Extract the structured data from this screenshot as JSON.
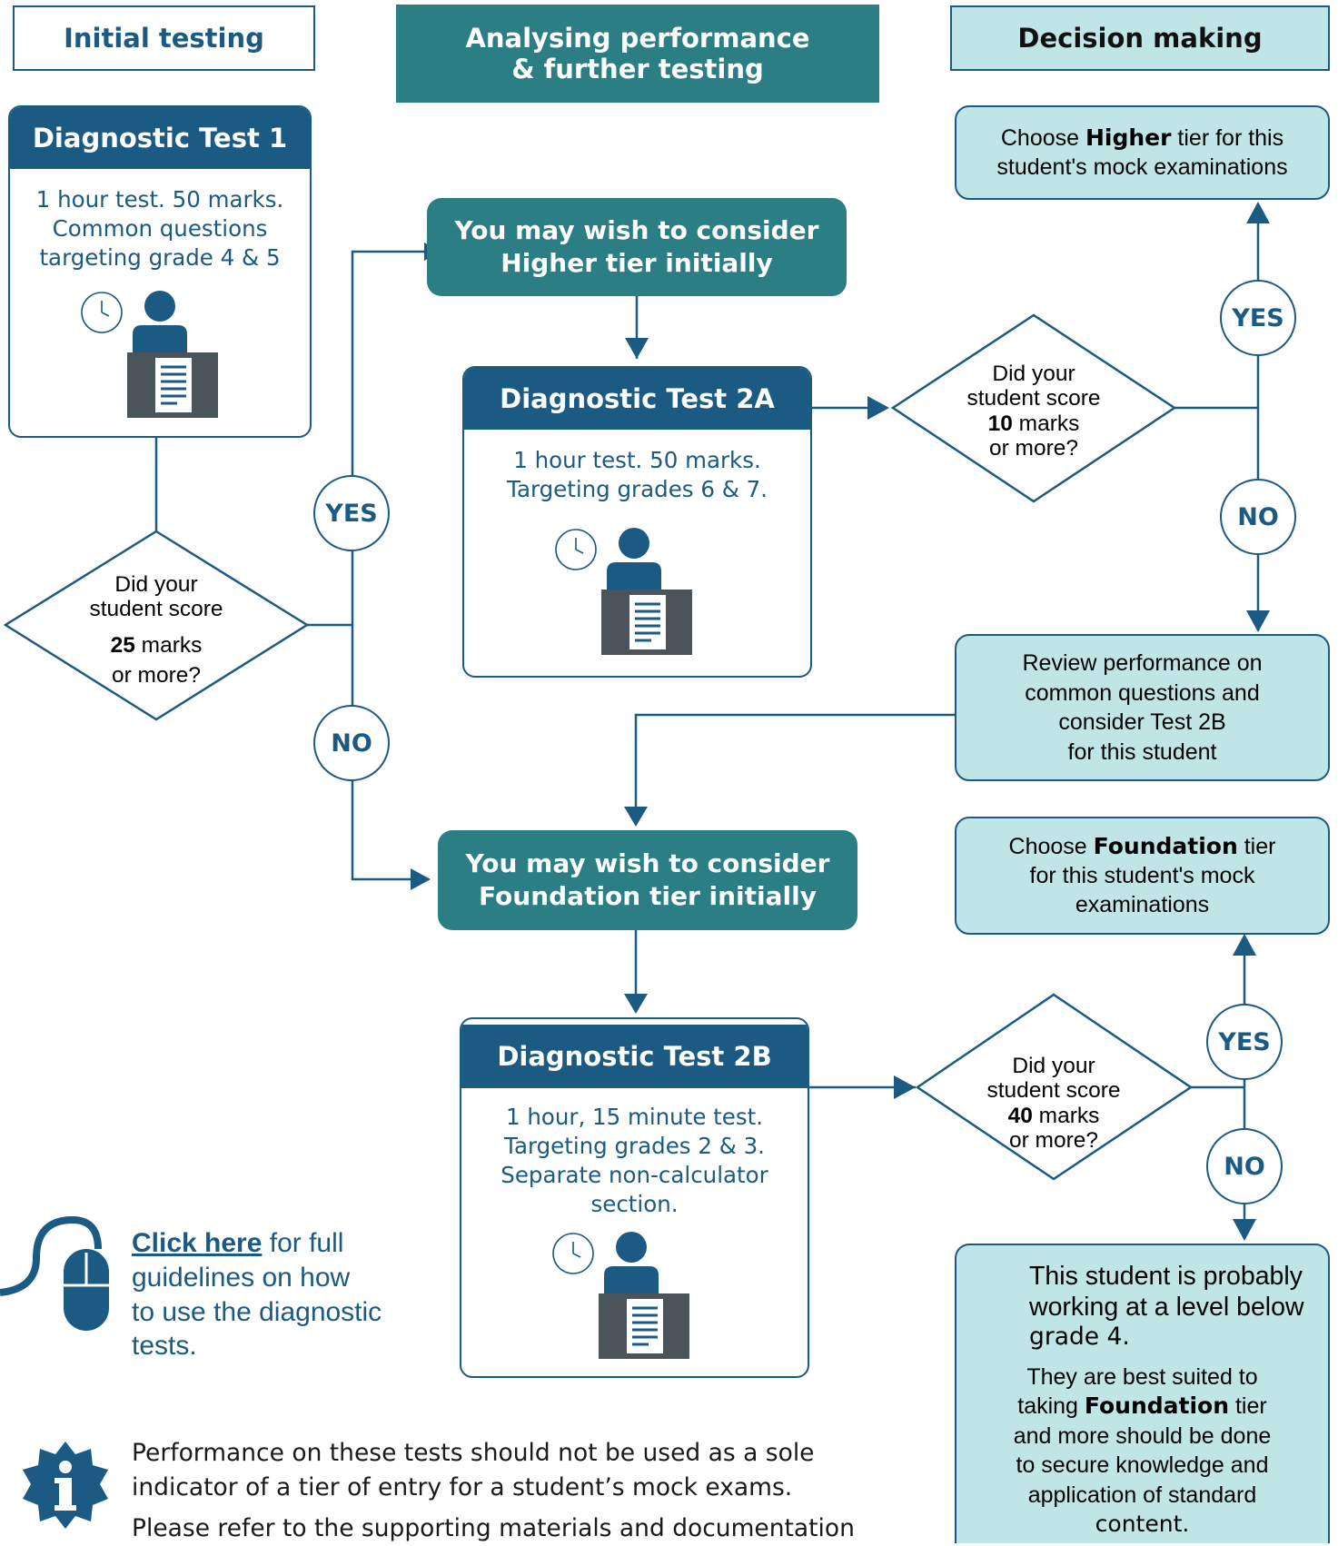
{
  "headers": {
    "initial": "Initial testing",
    "analysing_line1": "Analysing performance",
    "analysing_line2": "& further testing",
    "decision": "Decision making"
  },
  "test1": {
    "title": "Diagnostic Test 1",
    "line1": "1 hour test. 50 marks.",
    "line2": "Common questions",
    "line3": "targeting grade 4 & 5"
  },
  "test2a": {
    "title": "Diagnostic Test 2A",
    "line1": "1 hour test. 50 marks.",
    "line2": "Targeting grades 6 & 7."
  },
  "test2b": {
    "title": "Diagnostic Test 2B",
    "line1": "1 hour, 15 minute test.",
    "line2": "Targeting grades 2 & 3.",
    "line3": "Separate non-calculator",
    "line4": "section."
  },
  "higher_consider": {
    "line1": "You may wish to consider",
    "line2": "Higher tier initially"
  },
  "foundation_consider": {
    "line1": "You may wish to consider",
    "line2": "Foundation tier initially"
  },
  "decision1": {
    "line1": "Did your",
    "line2": "student score",
    "score": "25",
    "marks": " marks",
    "line4": "or more?"
  },
  "decision2": {
    "line1": "Did your",
    "line2": "student score",
    "score": "10",
    "marks": " marks",
    "line4": "or more?"
  },
  "decision3": {
    "line1": "Did your",
    "line2": "student score",
    "score": "40",
    "marks": " marks",
    "line4": "or more?"
  },
  "badges": {
    "yes": "YES",
    "no": "NO"
  },
  "choose_higher": {
    "pre": "Choose ",
    "tier": "Higher",
    "post": " tier for this",
    "line2": "student's mock examinations"
  },
  "review": {
    "line1": "Review performance on",
    "line2": "common questions and",
    "line3": "consider Test 2B",
    "line4": "for this student"
  },
  "choose_foundation": {
    "pre": "Choose ",
    "tier": "Foundation",
    "post": " tier",
    "line2": "for this student's mock",
    "line3": "examinations"
  },
  "below_grade": {
    "line1": "This student is probably",
    "line2": "working at a level below",
    "line3": "grade 4.",
    "line4": "They are best suited to",
    "line5_pre": "taking ",
    "line5_tier": "Foundation",
    "line5_post": " tier",
    "line6": "and more should be done",
    "line7": "to secure knowledge and",
    "line8": "application of standard",
    "line9": "content."
  },
  "guidelines": {
    "link": "Click here",
    "rest1": " for full",
    "line2": "guidelines on how",
    "line3": "to use the diagnostic",
    "line4": "tests."
  },
  "info_note": {
    "line1": "Performance on these tests should not be used as a sole",
    "line2": "indicator of a tier of entry for a student’s mock exams.",
    "line3": "Please refer to the supporting materials and documentation"
  },
  "colors": {
    "navy": "#1b5a82",
    "teal": "#2b7f84",
    "light_teal": "#bfe5e6",
    "desk_grey": "#4a5459"
  }
}
